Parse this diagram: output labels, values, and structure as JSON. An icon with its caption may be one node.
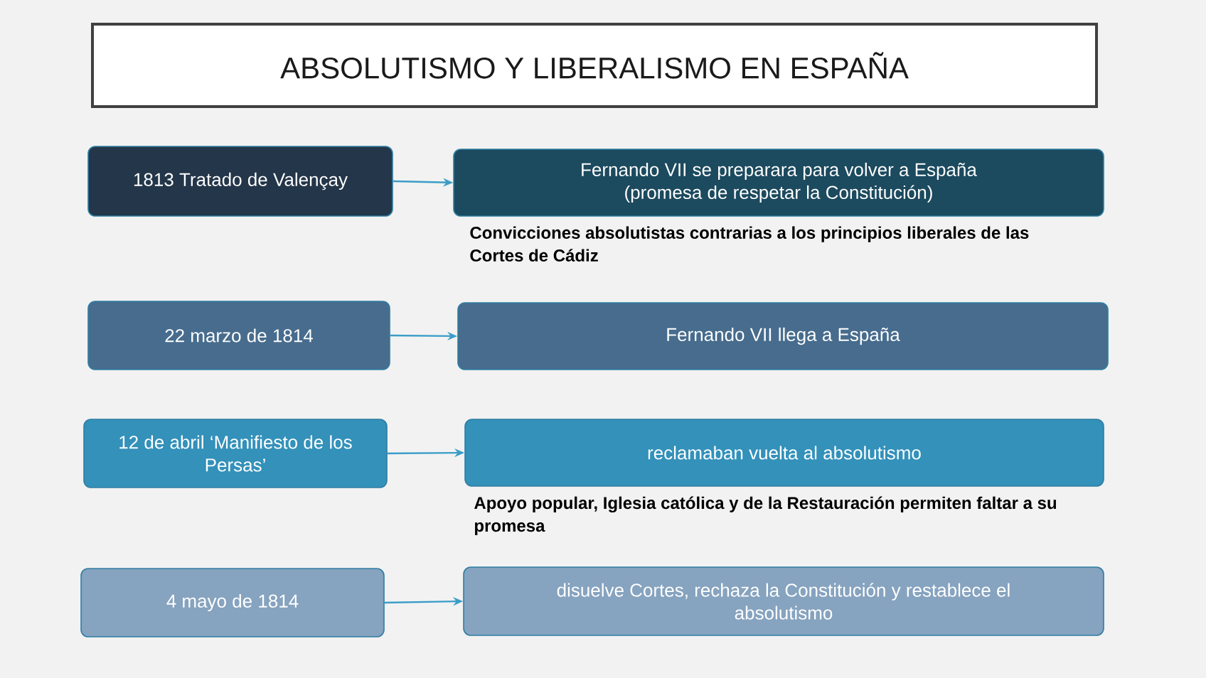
{
  "diagram": {
    "title": "ABSOLUTISMO Y LIBERALISMO EN ESPAÑA",
    "nodes": [
      {
        "text": [
          "1813 Tratado de Valençay"
        ]
      },
      {
        "text": [
          "Fernando VII se preparara para volver a España (promesa de respetar la Constitución)"
        ]
      },
      {
        "text": [
          "22 marzo de 1814"
        ]
      },
      {
        "text": [
          "Fernando VII llega a España"
        ]
      },
      {
        "text": [
          "12 de abril ‘Manifiesto de los Persas’"
        ]
      },
      {
        "text": [
          "reclamaban vuelta al absolutismo"
        ]
      },
      {
        "text": [
          "4 mayo de 1814"
        ]
      },
      {
        "text": [
          "disuelve Cortes, rechaza la Constitución y restablece el absolutismo"
        ]
      }
    ],
    "edges": [
      {
        "from": 0,
        "to": 1,
        "arrow": "to"
      },
      {
        "from": 2,
        "to": 3,
        "arrow": "to"
      },
      {
        "from": 4,
        "to": 5,
        "arrow": "to"
      },
      {
        "from": 6,
        "to": 7,
        "arrow": "to"
      }
    ],
    "labels": [
      "Convicciones absolutistas contrarias a los principios liberales de las Cortes de Cádiz",
      "Apoyo popular, Iglesia católica y de la Restauración permiten faltar a su promesa"
    ]
  }
}
